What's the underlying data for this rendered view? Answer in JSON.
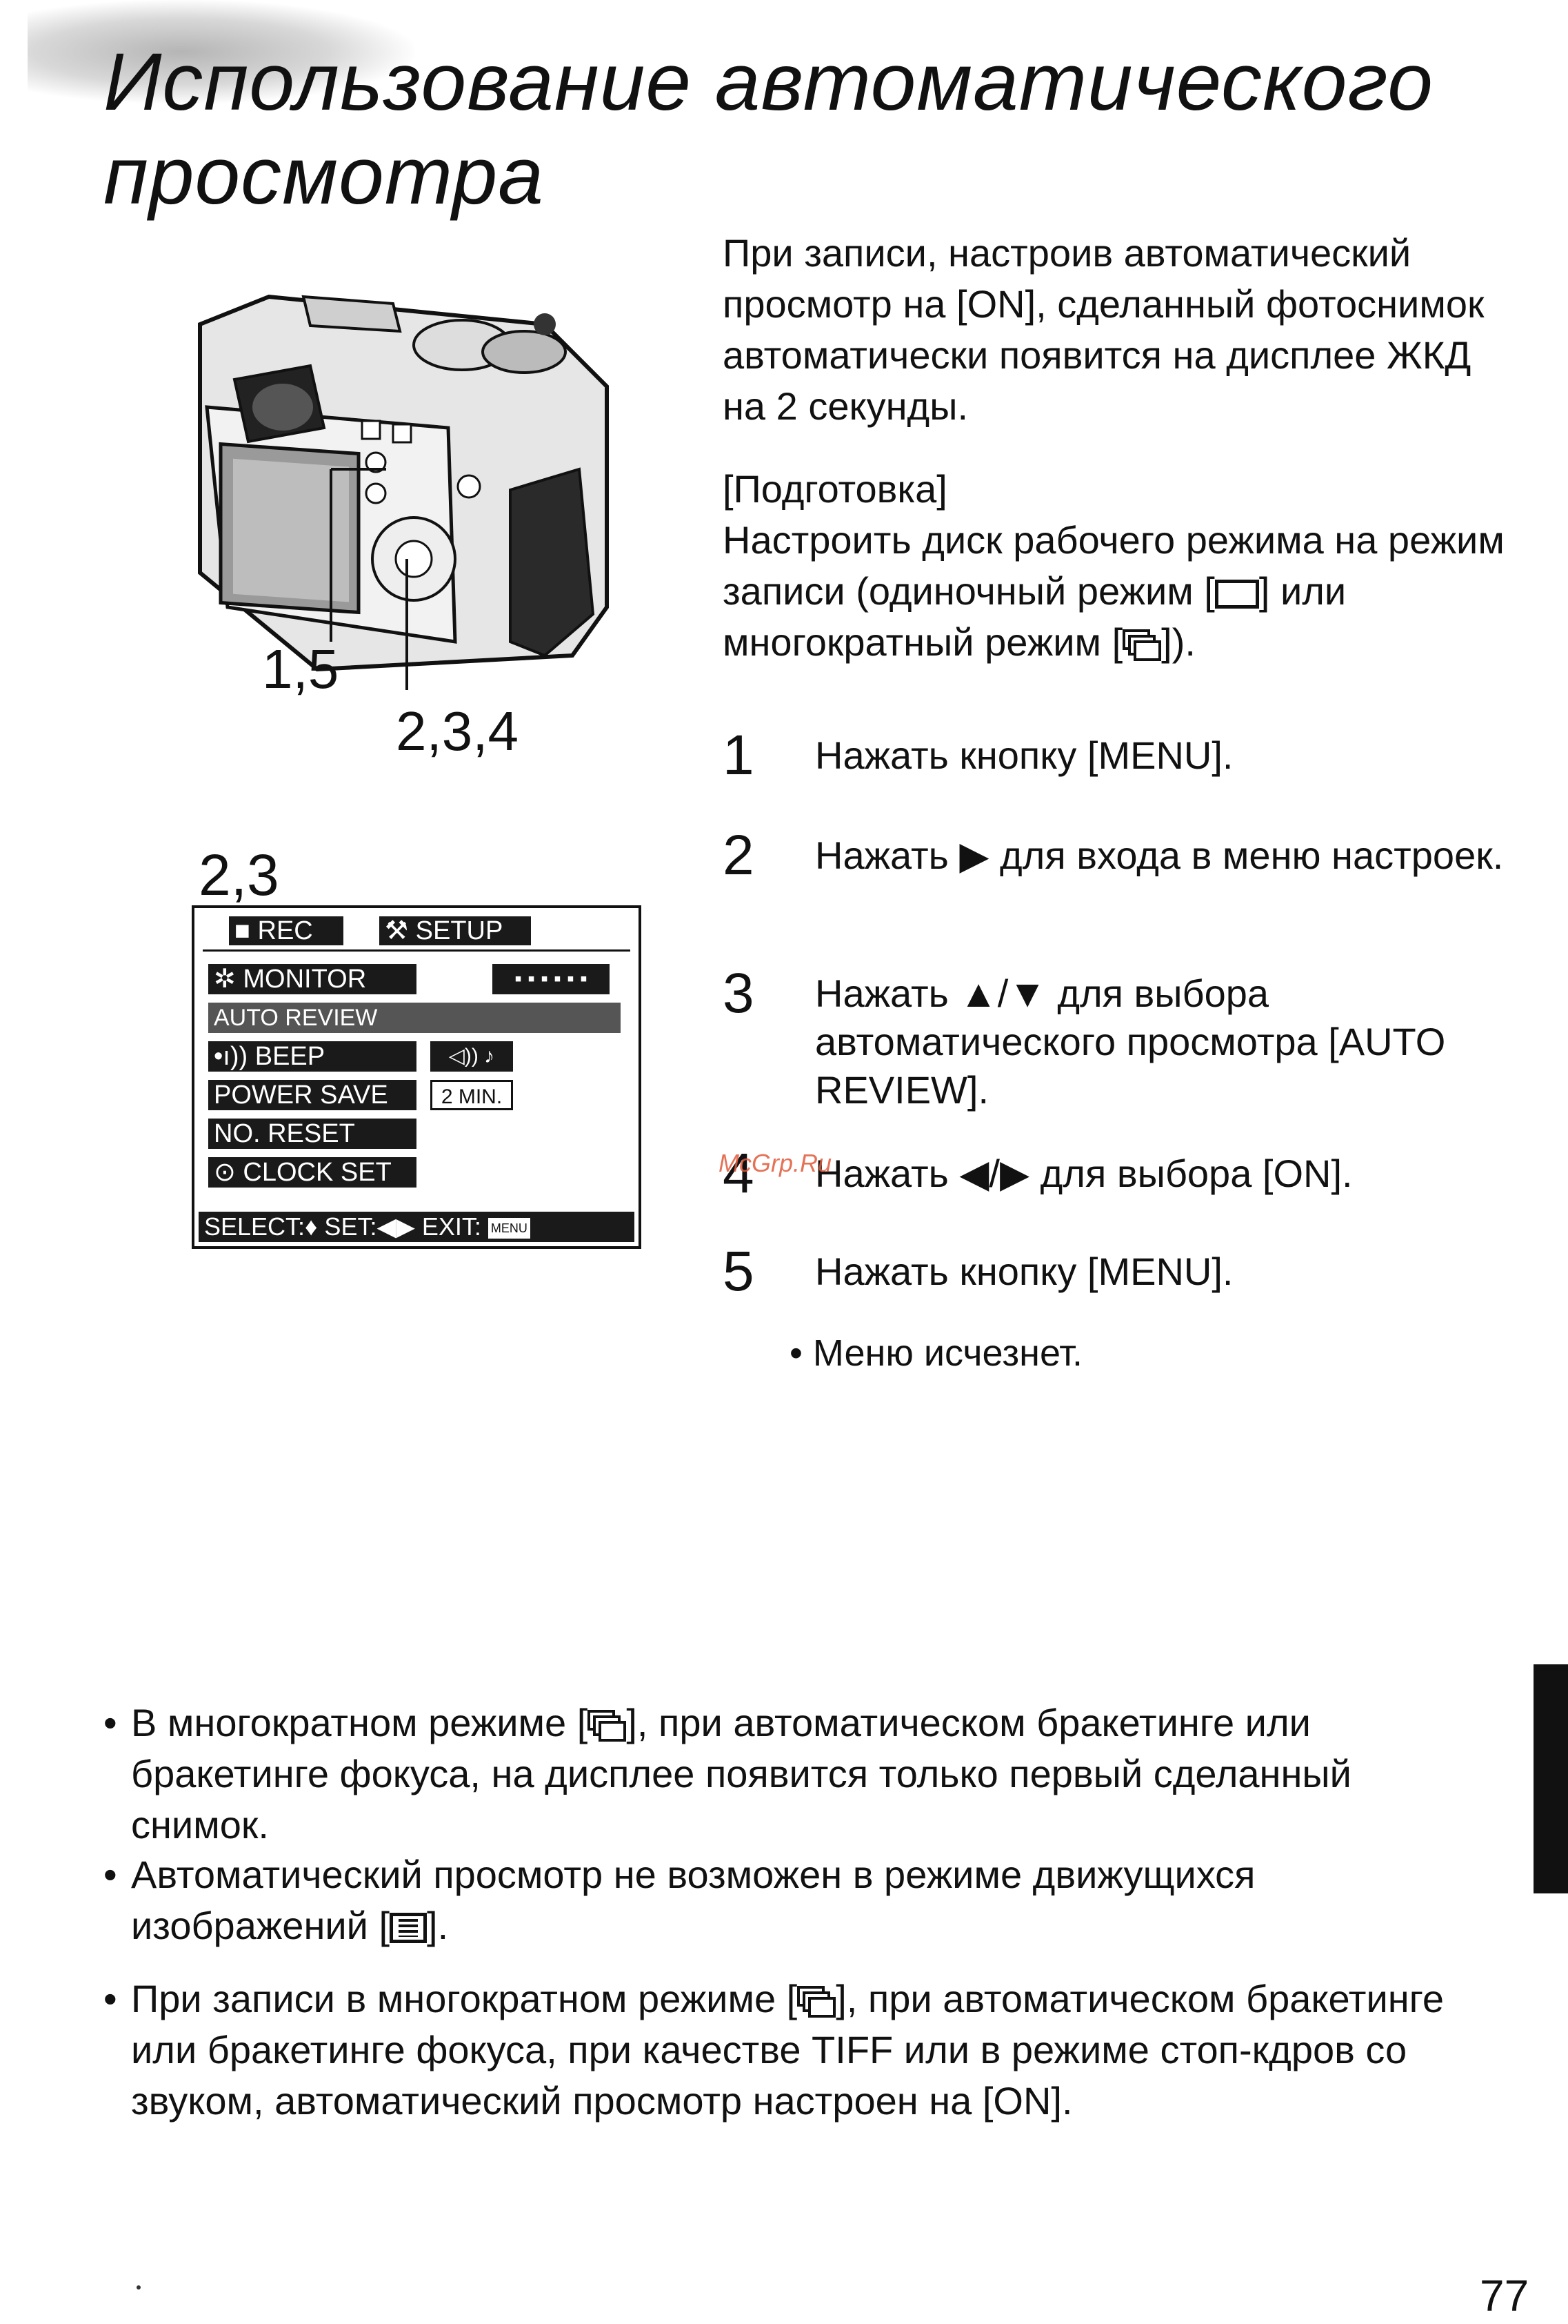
{
  "title": {
    "line1": "Использование автоматического",
    "line2": "просмотра"
  },
  "intro": "При записи, настроив автоматический просмотр на [ON], сделанный фотоснимок автоматически появится на дисплее ЖКД на 2 секунды.",
  "preparation": {
    "heading": "[Подготовка]",
    "text_a": "Настроить диск рабочего режима на режим записи (одиночный режим [",
    "text_b": "] или многократный режим [",
    "text_c": "])."
  },
  "steps": [
    {
      "num": "1",
      "text": "Нажать кнопку [MENU]."
    },
    {
      "num": "2",
      "text": "Нажать ▶ для входа в меню настроек."
    },
    {
      "num": "3",
      "text": "Нажать ▲/▼ для выбора автоматического просмотра [AUTO REVIEW]."
    },
    {
      "num": "4",
      "text": "Нажать ◀/▶ для выбора [ON]."
    },
    {
      "num": "5",
      "text": "Нажать кнопку [MENU]."
    }
  ],
  "step5_bullet": "• Меню исчезнет.",
  "watermark": "McGrp.Ru",
  "callouts": {
    "a": "1,5",
    "b": "2,3,4",
    "menu_label": "2,3"
  },
  "menu": {
    "tabs": [
      "REC",
      "SETUP"
    ],
    "rows": [
      "✲ MONITOR",
      "AUTO REVIEW",
      "•ı)) BEEP",
      "POWER SAVE",
      "NO. RESET",
      "⊙ CLOCK SET"
    ],
    "power_save_value": "2 MIN.",
    "footer": "SELECT:♦   SET:◀▶   EXIT:"
  },
  "notes": [
    {
      "a": "В многократном режиме [",
      "b": "], при автоматическом бракетинге или бракетинге фокуса, на дисплее появится только первый сделанный снимок."
    },
    {
      "a": "Автоматический просмотр не возможен в режиме движущихся изображений [",
      "b": "]."
    },
    {
      "a": "При записи в многократном режиме [",
      "b": "], при автоматическом бракетинге или бракетинге фокуса, при качестве TIFF или в режиме стоп-кдров со звуком, автоматический просмотр настроен на [ON]."
    }
  ],
  "page_number": "77"
}
